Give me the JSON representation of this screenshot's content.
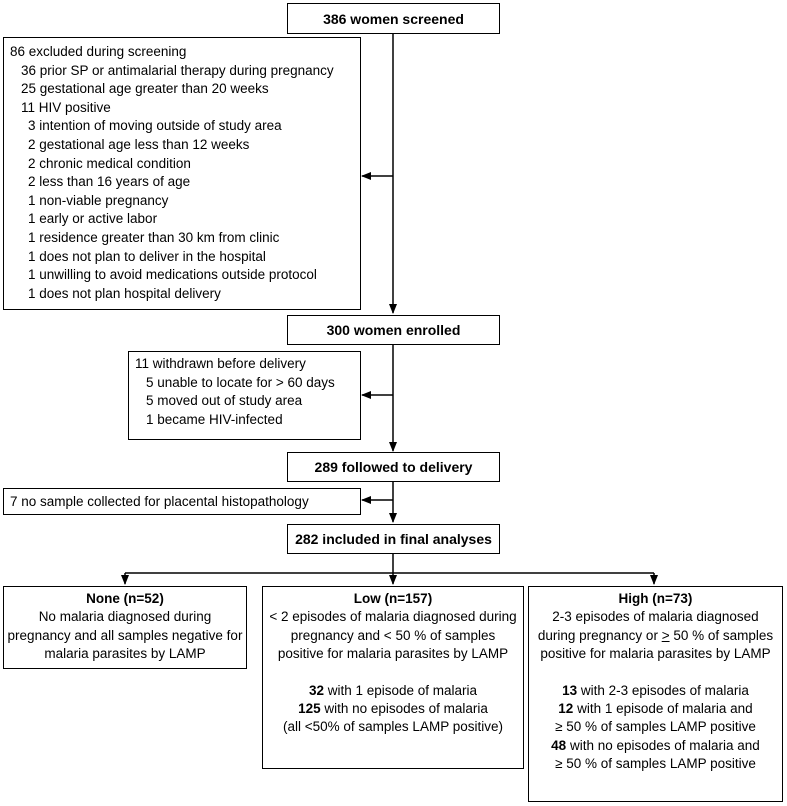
{
  "screened": {
    "label": "386 women screened"
  },
  "excluded_screening": {
    "header": "86 excluded during screening",
    "items": [
      "36 prior SP or antimalarial therapy during pregnancy",
      "25 gestational age greater than 20 weeks",
      "11 HIV positive",
      "3 intention of moving outside of study area",
      "2 gestational age less than 12 weeks",
      "2 chronic medical condition",
      "2 less than 16 years of age",
      "1 non-viable pregnancy",
      "1 early or active labor",
      "1 residence greater than 30 km from clinic",
      "1 does not plan to deliver in the hospital",
      "1 unwilling to avoid medications outside protocol",
      "1 does not plan hospital delivery"
    ]
  },
  "enrolled": {
    "label": "300 women enrolled"
  },
  "withdrawn": {
    "header": "11 withdrawn before delivery",
    "items": [
      "5 unable to locate for > 60 days",
      "5 moved out of study area",
      "1 became HIV-infected"
    ]
  },
  "followed": {
    "label": "289 followed to delivery"
  },
  "no_sample": {
    "label": "7 no sample collected for placental histopathology"
  },
  "final": {
    "label": "282 included in final analyses"
  },
  "groups": {
    "none": {
      "title": "None (n=52)",
      "desc": "No malaria diagnosed during pregnancy and all samples negative for malaria parasites by LAMP"
    },
    "low": {
      "title": "Low (n=157)",
      "desc": "< 2 episodes of malaria diagnosed during pregnancy and < 50 % of samples positive for malaria parasites by LAMP",
      "stat1_num": "32",
      "stat1_text": " with 1 episode of malaria",
      "stat2_num": "125",
      "stat2_text": " with no episodes of malaria",
      "note": "(all <50% of samples LAMP positive)"
    },
    "high": {
      "title": "High (n=73)",
      "desc_pre": "2-3 episodes of malaria diagnosed during pregnancy or ",
      "desc_ge": ">",
      "desc_post": " 50 % of samples positive for malaria parasites by LAMP",
      "stat1_num": "13",
      "stat1_text": " with 2-3 episodes of malaria",
      "stat2_num": "12",
      "stat2_text": " with 1 episode of malaria and",
      "stat2_cont": "≥ 50 % of samples LAMP positive",
      "stat3_num": "48",
      "stat3_text": " with no episodes of malaria and",
      "stat3_cont": "≥ 50 % of samples LAMP positive"
    }
  }
}
